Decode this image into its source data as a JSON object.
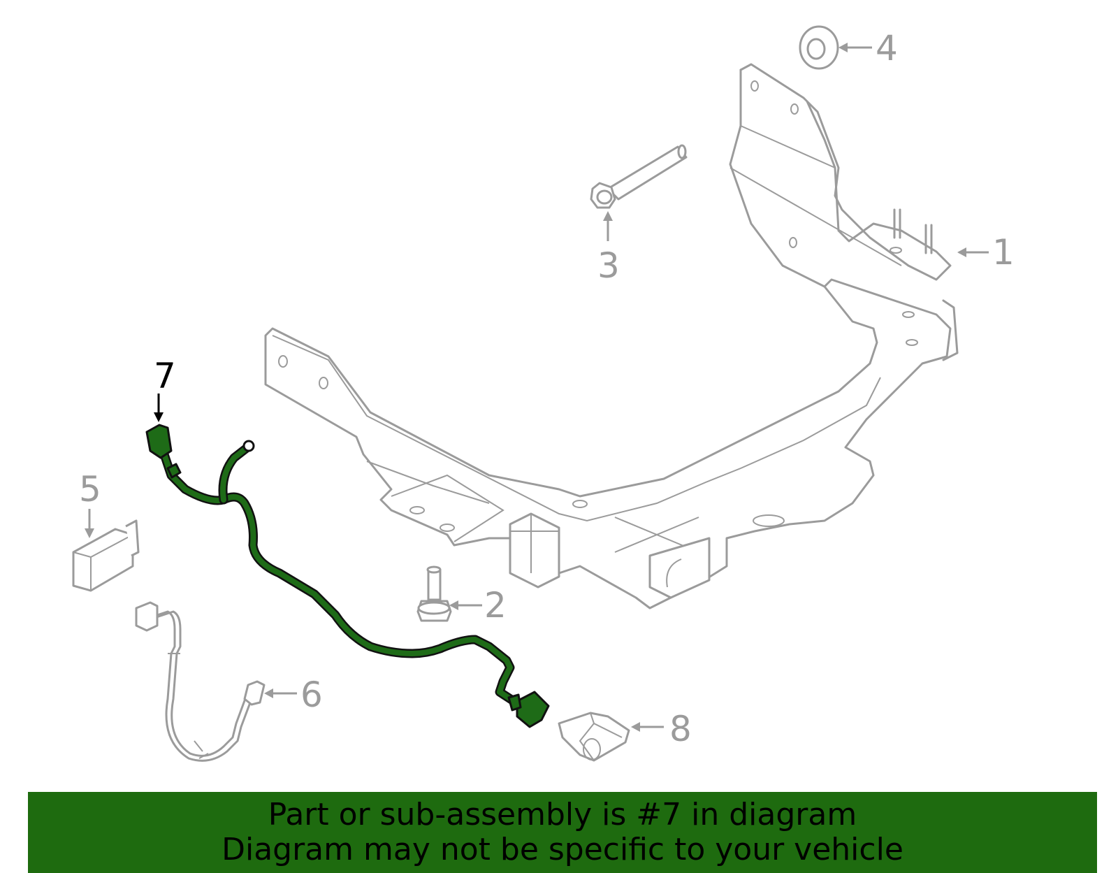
{
  "callouts": [
    {
      "id": "1",
      "label": "1",
      "highlighted": false
    },
    {
      "id": "2",
      "label": "2",
      "highlighted": false
    },
    {
      "id": "3",
      "label": "3",
      "highlighted": false
    },
    {
      "id": "4",
      "label": "4",
      "highlighted": false
    },
    {
      "id": "5",
      "label": "5",
      "highlighted": false
    },
    {
      "id": "6",
      "label": "6",
      "highlighted": false
    },
    {
      "id": "7",
      "label": "7",
      "highlighted": true
    },
    {
      "id": "8",
      "label": "8",
      "highlighted": false
    }
  ],
  "banner": {
    "line1": "Part or sub-assembly is #7 in diagram",
    "line2": "Diagram may not be specific to your vehicle"
  },
  "colors": {
    "part_lines": "#9b9b9b",
    "highlight": "#1e6b17",
    "banner_bg": "#1e6b0f",
    "text": "#000000"
  }
}
